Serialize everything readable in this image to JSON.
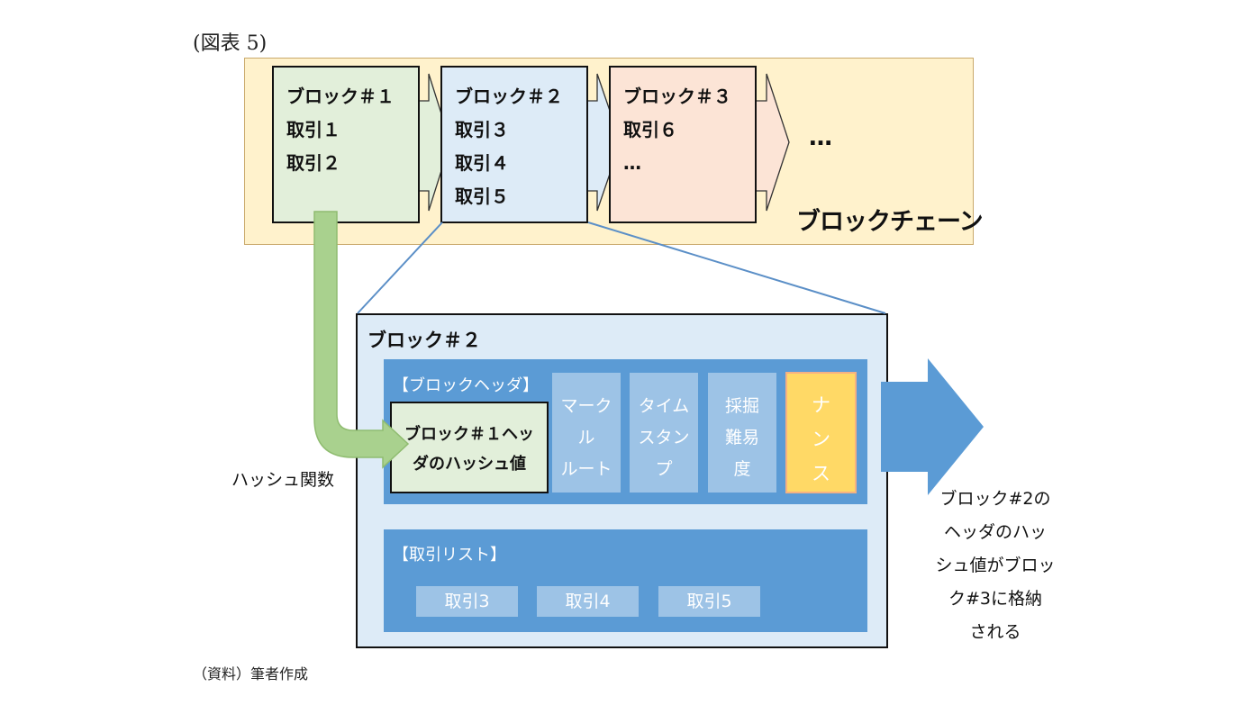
{
  "figure_label": "(図表 5)",
  "source_note": "（資料）筆者作成",
  "chain": {
    "label": "ブロックチェーン",
    "ellipsis": "…",
    "blocks": [
      {
        "title": "ブロック＃１",
        "lines": [
          "取引１",
          "取引２"
        ]
      },
      {
        "title": "ブロック＃２",
        "lines": [
          "取引３",
          "取引４",
          "取引５"
        ]
      },
      {
        "title": "ブロック＃３",
        "lines": [
          "取引６",
          "…"
        ]
      }
    ]
  },
  "detail": {
    "title": "ブロック＃２",
    "header": {
      "label": "【ブロックヘッダ】",
      "prev_hash_line1": "ブロック＃１ヘッ",
      "prev_hash_line2": "ダのハッシュ値",
      "fields": [
        [
          "マーク",
          "ル",
          "ルート"
        ],
        [
          "タイム",
          "スタン",
          "プ"
        ],
        [
          "採掘",
          "難易",
          "度"
        ]
      ],
      "nonce": [
        "ナ",
        "ン",
        "ス"
      ]
    },
    "transactions": {
      "label": "【取引リスト】",
      "items": [
        "取引3",
        "取引4",
        "取引5"
      ]
    }
  },
  "hash_function_label": "ハッシュ関数",
  "note_lines": [
    "ブロック#2の",
    "ヘッダのハッ",
    "シュ値がブロッ",
    "ク#3に格納",
    "される"
  ],
  "colors": {
    "chain_bg": "#fff2cc",
    "block1": "#e2efda",
    "block2": "#ddebf7",
    "block3": "#fce4d6",
    "panel_blue": "#5b9bd5",
    "field_blue": "#9dc3e6",
    "nonce": "#ffd966",
    "hash_arrow": "#a9d18e"
  }
}
